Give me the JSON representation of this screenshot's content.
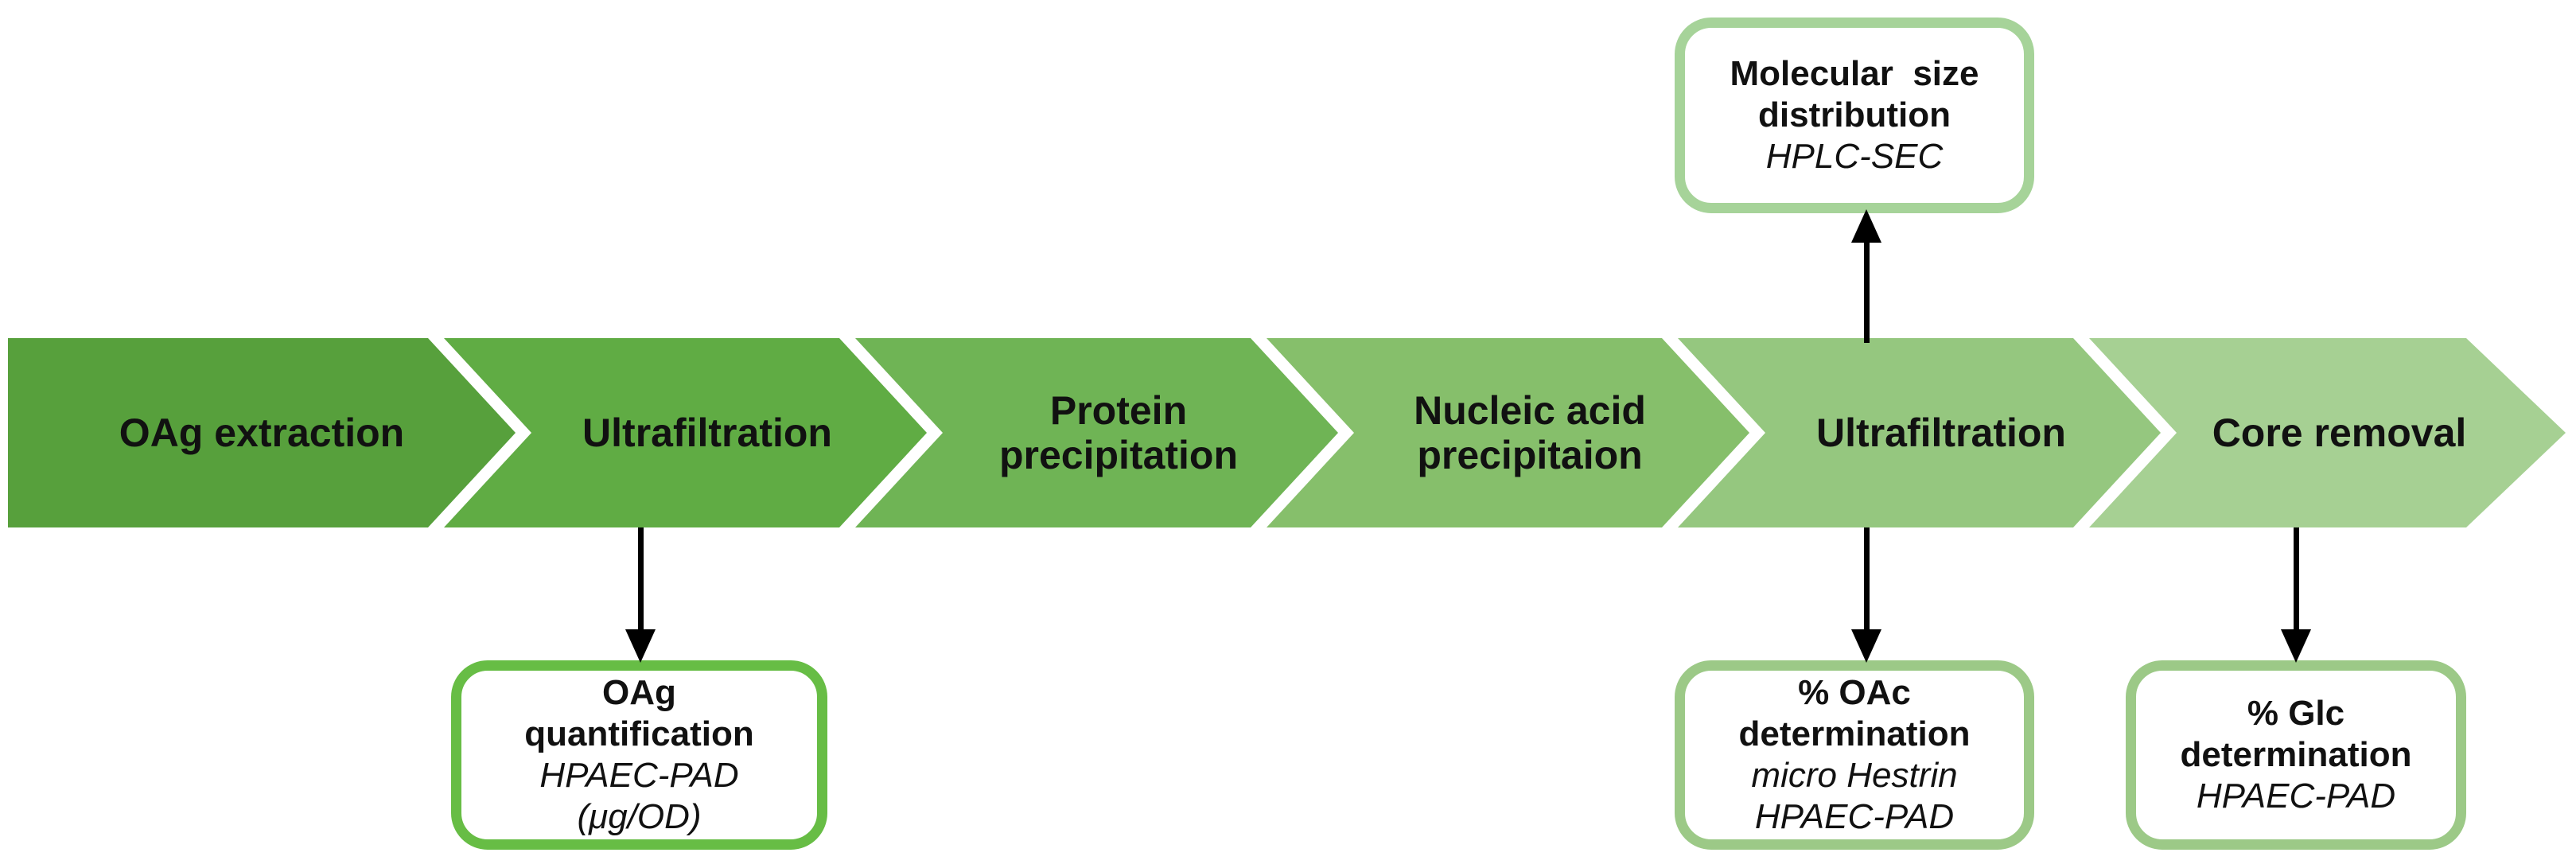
{
  "diagram": {
    "background": "#ffffff",
    "text_color": "#111111",
    "arrow_color": "#000000",
    "process_chevrons": [
      {
        "label_lines": [
          "OAg extraction"
        ],
        "fill": "#57A03C"
      },
      {
        "label_lines": [
          "Ultrafiltration"
        ],
        "fill": "#60AC44"
      },
      {
        "label_lines": [
          "Protein",
          "precipitation"
        ],
        "fill": "#6FB455"
      },
      {
        "label_lines": [
          "Nucleic acid",
          "precipitaion"
        ],
        "fill": "#86BF6B"
      },
      {
        "label_lines": [
          "Ultrafiltration"
        ],
        "fill": "#95C77F"
      },
      {
        "label_lines": [
          "Core removal"
        ],
        "fill": "#A6D093"
      }
    ],
    "callouts": {
      "molecular_size": {
        "title_line1": "Molecular  size",
        "title_line2": "distribution",
        "method_line1": "HPLC-SEC",
        "border": "#A6D399"
      },
      "oag_quantification": {
        "title_line1": "OAg",
        "title_line2": "quantification",
        "method_line1": "HPAEC-PAD",
        "method_line2": "(μg/OD)",
        "border": "#67BD45"
      },
      "oac_determination": {
        "title_line1": "% OAc",
        "title_line2": "determination",
        "method_line1": "micro Hestrin",
        "method_line2": "HPAEC-PAD",
        "border": "#9CC987"
      },
      "glc_determination": {
        "title_line1": "% Glc",
        "title_line2": "determination",
        "method_line1": "HPAEC-PAD",
        "border": "#9CC987"
      }
    }
  }
}
